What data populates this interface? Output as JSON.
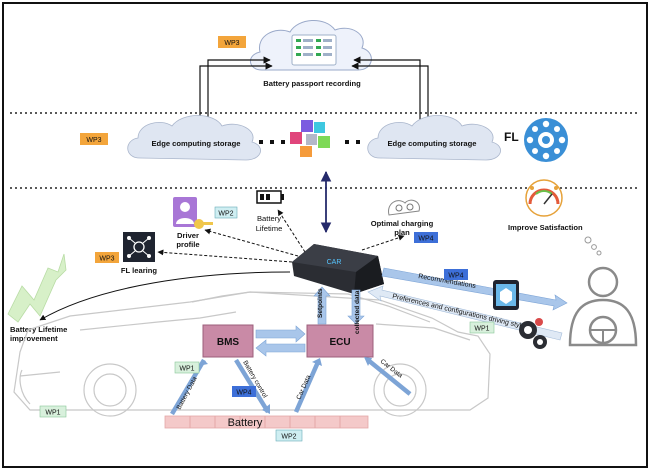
{
  "cloud_top": {
    "label": "Battery passport recording"
  },
  "edge_left": {
    "label": "Edge computing storage"
  },
  "edge_right": {
    "label": "Edge computing storage"
  },
  "fl": {
    "label": "FL"
  },
  "satisfaction": {
    "label": "Improve Satisfaction"
  },
  "battery_lifetime": {
    "line1": "Battery",
    "line2": "Lifetime"
  },
  "driver_profile": {
    "line1": "Driver",
    "line2": "profile"
  },
  "fl_learning": {
    "label": "FL learing"
  },
  "charging_plan": {
    "line1": "Optimal charging",
    "line2": "plan"
  },
  "improvement": {
    "line1": "Battery Lifetime",
    "line2": "improvement"
  },
  "device": {
    "label": "CAR"
  },
  "bms": {
    "label": "BMS"
  },
  "ecu": {
    "label": "ECU"
  },
  "battery": {
    "label": "Battery"
  },
  "arrows": {
    "recommendations": "Recommendations",
    "preferences": "Preferences and configurations driving style",
    "setpoints": "Setpoints",
    "collected": "collected data",
    "car_data_1": "Car Data",
    "car_data_2": "Car Data",
    "battery_data": "Battery Data",
    "battery_control": "Battery control"
  },
  "wp": {
    "top": "WP3",
    "edge": "WP3",
    "driver": "WP2",
    "fl_learning": "WP3",
    "charging": "WP4",
    "recommend": "WP4",
    "preferences": "WP1",
    "bms_left": "WP1",
    "bms_under": "WP4",
    "car_left": "WP1",
    "battery": "WP2"
  },
  "colors": {
    "wp_orange": "#f3a53b",
    "wp_blue": "#3d6fd8",
    "wp_green": "#d8f0dc",
    "wp_teal": "#cfeef2",
    "ecu_fill": "#c98aa6",
    "flow_arrow": "#a9c6ea",
    "battery_fill": "#f4c9c9"
  }
}
